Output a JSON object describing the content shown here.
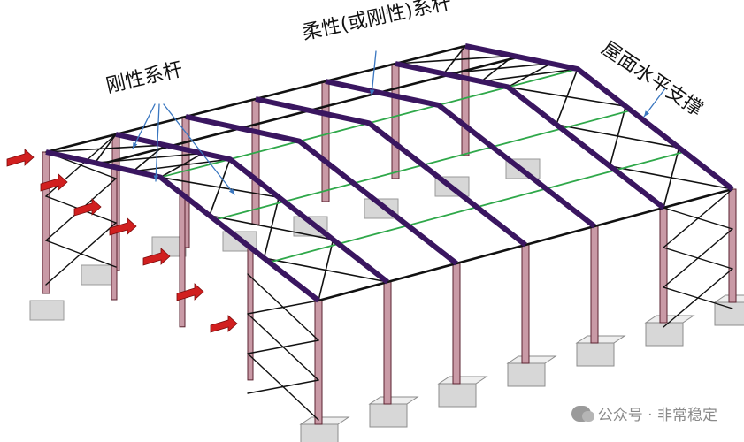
{
  "labels": {
    "rigid_tie": "刚性系杆",
    "flexible_tie": "柔性(或刚性)系杆",
    "roof_bracing": "屋面水平支撑"
  },
  "watermark": {
    "text": "公众号 · 非常稳定"
  },
  "colors": {
    "rafter": "#3a1660",
    "column": "#c99aa6",
    "column_edge": "#5a2330",
    "flexible_tie": "#2fa84a",
    "rigid_tie": "#111111",
    "leader": "#3a77c0",
    "wind_arrow": "#d11f1f",
    "footing": "#d7d7d7"
  }
}
